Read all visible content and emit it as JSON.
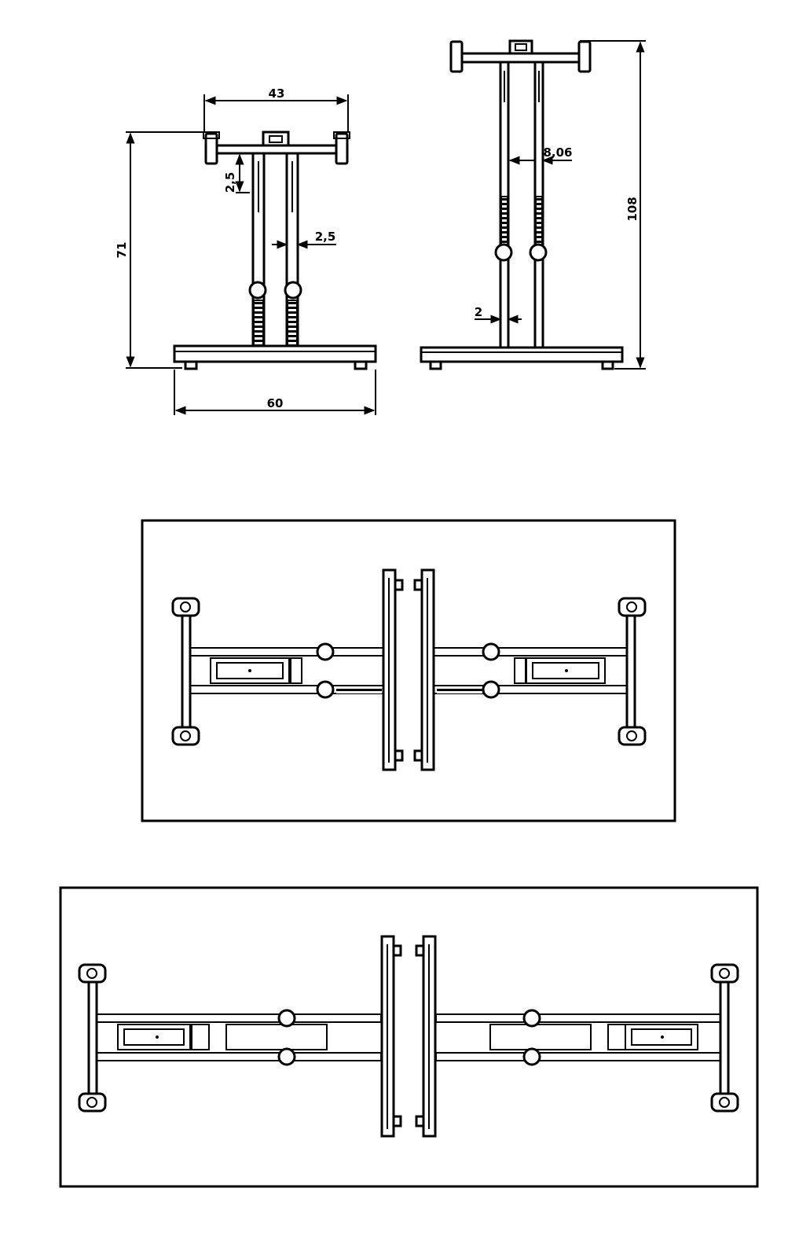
{
  "drawing": {
    "front_view": {
      "dim_top_width": "43",
      "dim_height": "71",
      "dim_bottom_width": "60",
      "dim_bracket": "2,5",
      "dim_column_gap": "2,5"
    },
    "side_view": {
      "dim_height": "108",
      "dim_offset": "8,06",
      "dim_tube": "2"
    }
  }
}
